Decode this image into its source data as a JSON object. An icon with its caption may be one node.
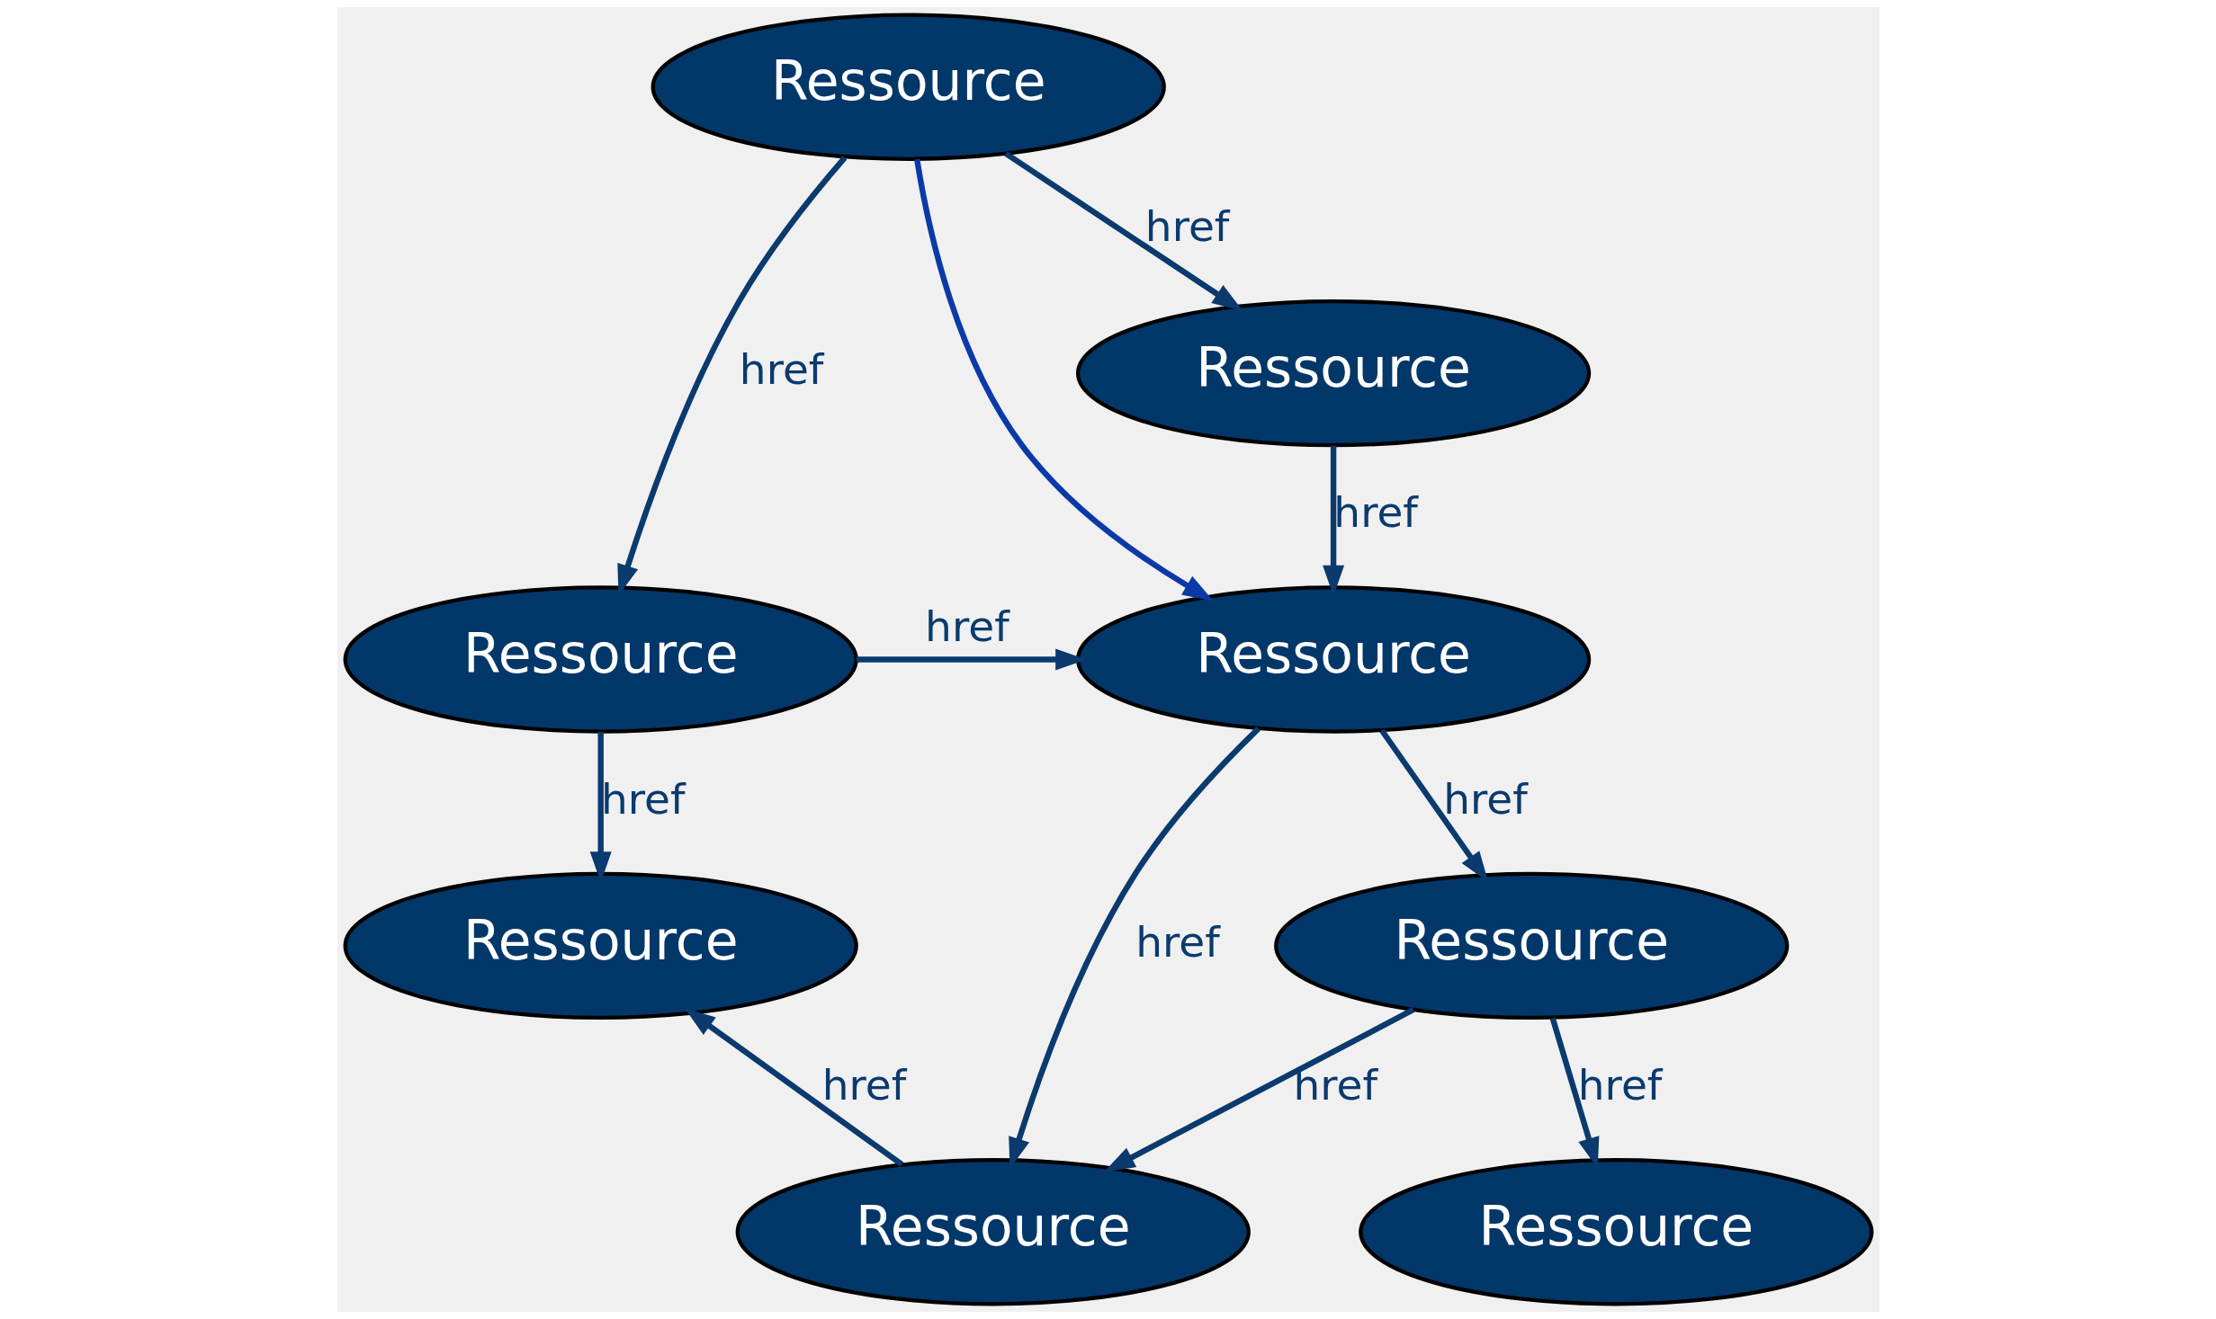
{
  "diagram": {
    "nodes": [
      {
        "text": [
          "Ressource"
        ]
      },
      {
        "text": [
          "Ressource"
        ]
      },
      {
        "text": [
          "Ressource"
        ]
      },
      {
        "text": [
          "Ressource"
        ]
      },
      {
        "text": [
          "Ressource"
        ]
      },
      {
        "text": [
          "Ressource"
        ]
      },
      {
        "text": [
          "Ressource"
        ]
      },
      {
        "text": [
          "Ressource"
        ]
      }
    ],
    "edges": [
      {
        "from": 0,
        "to": 1,
        "arrow": "to",
        "label": "href"
      },
      {
        "from": 0,
        "to": 3,
        "arrow": "to",
        "label": "href"
      },
      {
        "from": 0,
        "to": 2,
        "arrow": "to",
        "color": "#0b3aa8"
      },
      {
        "from": 1,
        "to": 2,
        "arrow": "to",
        "label": "href"
      },
      {
        "from": 3,
        "to": 2,
        "arrow": "to",
        "label": "href"
      },
      {
        "from": 2,
        "to": 4,
        "arrow": "to",
        "label": "href"
      },
      {
        "from": 2,
        "to": 7,
        "arrow": "to",
        "label": "href"
      },
      {
        "from": 3,
        "to": 5,
        "arrow": "to",
        "label": "href"
      },
      {
        "from": 4,
        "to": 6,
        "arrow": "to",
        "label": "href"
      },
      {
        "from": 4,
        "to": 7,
        "arrow": "to",
        "label": "href"
      },
      {
        "from": 7,
        "to": 5,
        "arrow": "to",
        "label": "href"
      }
    ]
  }
}
